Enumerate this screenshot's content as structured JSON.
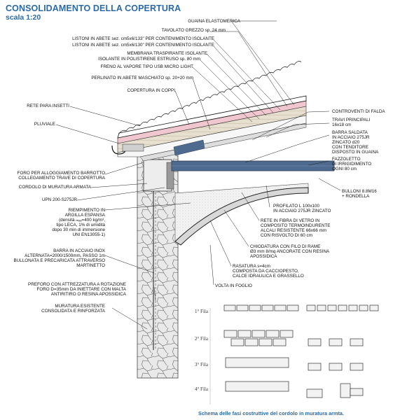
{
  "title": "CONSOLIDAMENTO DELLA COPERTURA",
  "scale": "scala 1:20",
  "labels": {
    "guaina": "GUAINA ELASTOMERICA",
    "tavolato": "TAVOLATO GREZZO sp. 24 mm",
    "listoni133": "LISTONI IN ABETE sez. cm5x6/133\" PER CONTENIMENTO ISOLANTE",
    "listoni130": "LISTONI IN ABETE sez. cm5x6/130\" PER CONTENIMENTO ISOLANTE",
    "membrana": "MEMBRANA TRASPIRANTE ISOLANTE",
    "isolante": "ISOLANTE IN POLISTIRENE ESTRUSO sp. 80 mm",
    "freno": "FRENO AL VAPORE TIPO USB MICRO LIGHT",
    "perlinato": "PERLINATO IN ABETE MASCHIATO sp. 20+20 mm",
    "coppi": "COPERTURA IN COPPI",
    "rete_insetti": "RETE PARA INSETTI",
    "pluviale": "PLUVIALE",
    "foro_l1": "FORO PER ALLOGGIAMENTO BARROTTO",
    "foro_l2": "COLLEGAMENTO TRAVE DI COPERTURA",
    "cordolo": "CORDOLO DI MURATURA ARMATA",
    "upn": "UPN 200-S275JR",
    "riemp_l1": "RIEMPIMENTO IN",
    "riemp_l2": "ARGILLA ESPANSA",
    "riemp_l3": "(densità ₘₐₓ=400 kg/m³,",
    "riemp_l4": "tipo LECA, 1% di umidità",
    "riemp_l5": "dopo 30 min di immersione",
    "riemp_l6": "UNI EN13055-1)",
    "barra_l1": "BARRA IN ACCIAIO INOX",
    "barra_l2": "ALTERNATA=2000/1500mm, PASSO 1m",
    "barra_l3": "BULLONATA E PRECARICATA ATTRAVERSO",
    "barra_l4": "MARTINETTO",
    "preforo_l1": "PREFORO CON ATTREZZATURA A ROTAZIONE",
    "preforo_l2": "FORO D=35mm DA INIETTARE CON MALTA",
    "preforo_l3": "ANTIRITIRO O RESINA APOSSIDICA",
    "muratura_l1": "MURATURA ESISTENTE",
    "muratura_l2": "CONSOLIDATA E RINFORZATA",
    "controventi": "CONTROVENTI DI FALDA",
    "travi_l1": "TRAVI PRINCIPALI",
    "travi_l2": "16x18 cm",
    "barra_sald_l1": "BARRA SALDATA",
    "barra_sald_l2": "IN ACCIAIO 275JR",
    "barra_sald_l3": "ZINCATO d20",
    "barra_sald_l4": "CON TENDITORE",
    "barra_sald_l5": "DISPOSTO IN GUAINA",
    "fazz_l1": "FAZZOLETTO",
    "fazz_l2": "DI IRRIGIDIMENTO",
    "fazz_l3": "OGNI 80 cm",
    "bulloni_l1": "BULLONI 8.8M16",
    "bulloni_l2": "+ RONDELLA",
    "profilato_l1": "PROFILATO  L 100x100",
    "profilato_l2": "IN ACCIAIO 275JR ZINCATO",
    "rete_l1": "RETE IN FIBRA DI VETRO IN",
    "rete_l2": "COMPOSITO TERMOINDURENTE",
    "rete_l3": "ALCALI RESISTENTE 66x66 mm",
    "rete_l4": "CON RISVOLTO DI 60 cm",
    "chiod_l1": "CHIODATURA CON FILO DI RAME",
    "chiod_l2": "Ø3 mm 8/mq ANCORATE CON RESINA",
    "chiod_l3": "APOSSIDICA",
    "rasat_l1": "RASATURA s=4cm",
    "rasat_l2": "COMPOSTA DA CACCIOPESTO,",
    "rasat_l3": "CALCE IDRAULICA E GRASSELLO",
    "volta": "VOLTA IN FOGLIO"
  },
  "filas": [
    "1° Fila",
    "2° Fila",
    "3° Fila",
    "4° Fila"
  ],
  "caption": "Schema delle fasi costruttive del cordolo in muratura armta."
}
